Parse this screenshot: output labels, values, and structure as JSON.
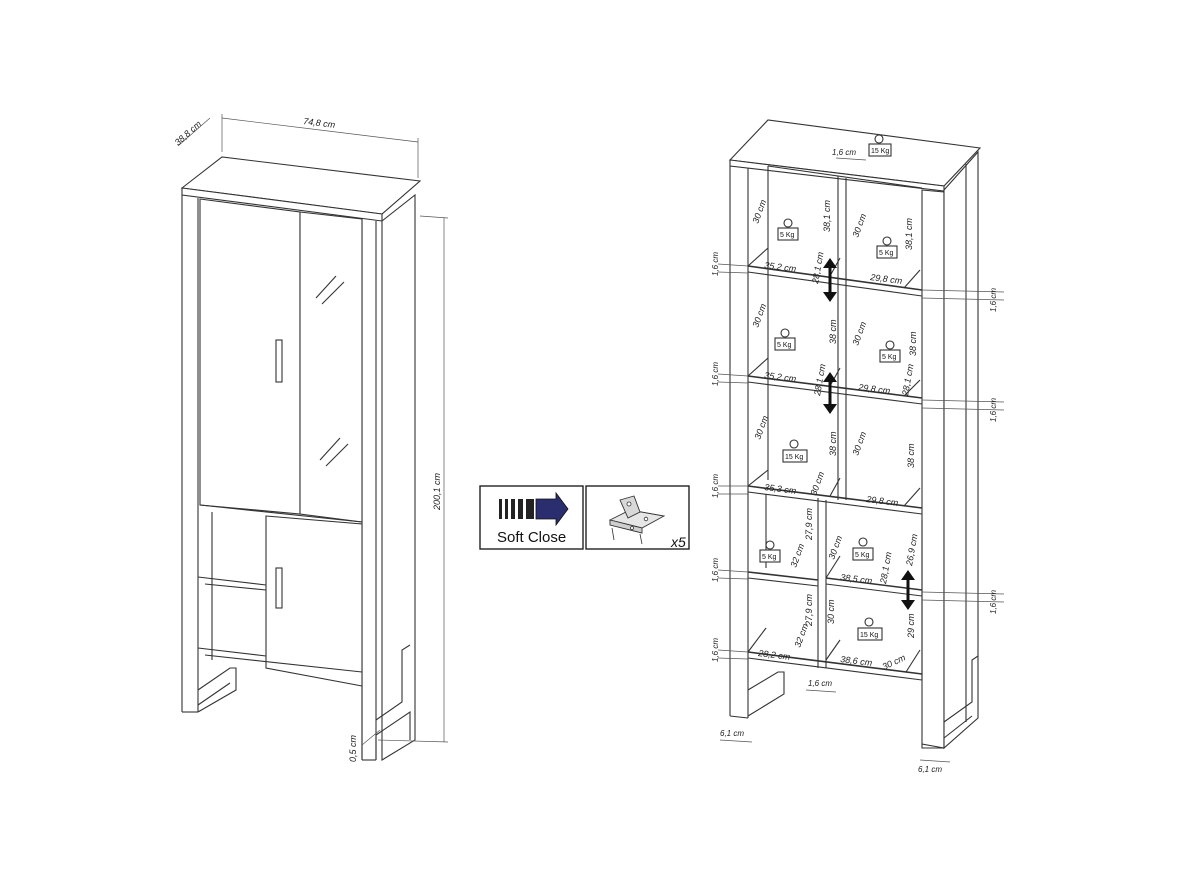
{
  "left_cabinet": {
    "width": "74,8 cm",
    "depth": "38,8 cm",
    "height": "200,1 cm",
    "foot_gap": "0,5 cm"
  },
  "features": {
    "soft_close_label": "Soft Close",
    "hinge_count": "x5"
  },
  "right_cabinet": {
    "top_weight": "15 Kg",
    "top_gap": "1,6 cm",
    "shelf_thickness": "1,6 cm",
    "left_column": {
      "row1": {
        "depth": "30 cm",
        "height": "38,1 cm",
        "width": "35,2 cm",
        "adjust": "28,1 cm",
        "weight": "5 Kg"
      },
      "row2": {
        "depth": "30 cm",
        "height": "38 cm",
        "width": "35,2 cm",
        "adjust": "28,1 cm",
        "weight": "5 Kg"
      },
      "row3": {
        "depth": "30 cm",
        "height": "38 cm",
        "width": "35,3 cm",
        "adjust": "30 cm",
        "weight": "15 Kg"
      },
      "row4": {
        "height": "27,9 cm",
        "width": "32 cm",
        "weight": "5 Kg"
      },
      "row5": {
        "height": "27,9 cm",
        "depth": "32 cm",
        "width": "28,2 cm"
      }
    },
    "right_column": {
      "row1": {
        "depth": "30 cm",
        "height": "38,1 cm",
        "width": "29,8 cm",
        "weight": "5 Kg"
      },
      "row2": {
        "depth": "30 cm",
        "height": "38 cm",
        "width": "29,8 cm",
        "adjust": "28,1 cm",
        "weight": "5 Kg"
      },
      "row3": {
        "depth": "30 cm",
        "height": "38 cm",
        "width": "29,8 cm"
      },
      "row4": {
        "depth": "30 cm",
        "height": "26,9 cm",
        "width": "38,5 cm",
        "adjust": "28,1 cm",
        "weight": "5 Kg"
      },
      "row5": {
        "depth": "30 cm",
        "height": "29 cm",
        "width": "38,6 cm",
        "depth2": "30 cm",
        "weight": "15 Kg"
      }
    },
    "center_gap": "1,6 cm",
    "leg_left": "6,1 cm",
    "leg_right": "6,1 cm"
  }
}
